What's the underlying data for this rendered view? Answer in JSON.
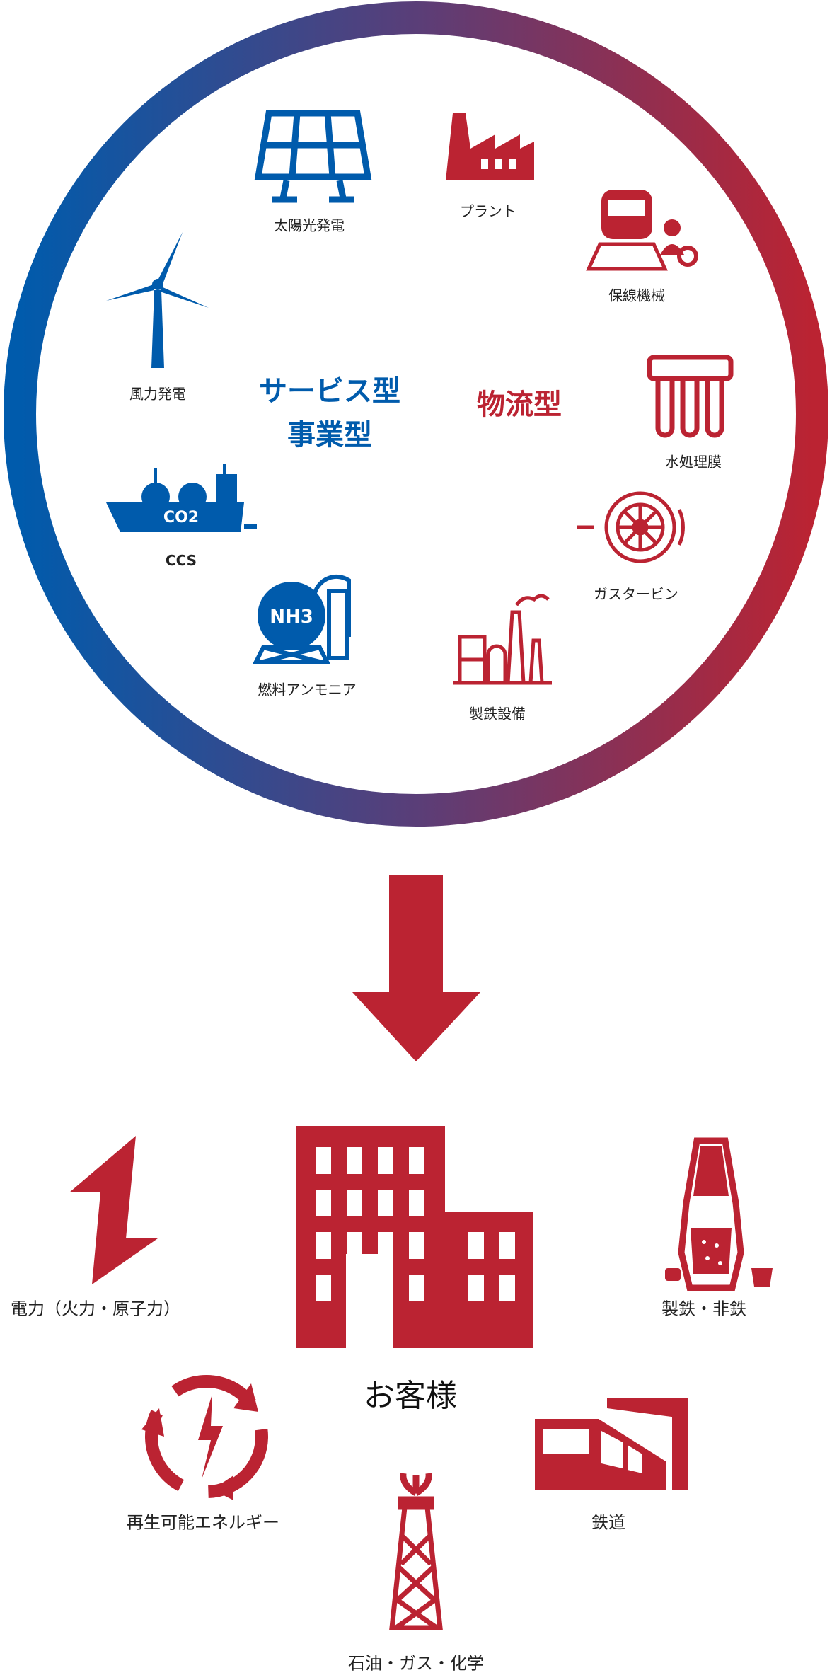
{
  "colors": {
    "blue": "#005bac",
    "red": "#bb2332",
    "text": "#222222"
  },
  "circle": {
    "service_type": [
      "サービス型",
      "事業型"
    ],
    "logistics_type": "物流型",
    "items": [
      {
        "label": "太陽光発電",
        "icon": "solar-panel-icon"
      },
      {
        "label": "プラント",
        "icon": "factory-icon"
      },
      {
        "label": "保線機械",
        "icon": "train-maintenance-icon"
      },
      {
        "label": "風力発電",
        "icon": "wind-turbine-icon"
      },
      {
        "label": "水処理膜",
        "icon": "water-membrane-icon"
      },
      {
        "label": "CCS",
        "icon": "co2-ship-icon"
      },
      {
        "label": "ガスタービン",
        "icon": "gas-turbine-icon"
      },
      {
        "label": "燃料アンモニア",
        "icon": "ammonia-tank-icon"
      },
      {
        "label": "製鉄設備",
        "icon": "steel-plant-icon"
      }
    ],
    "co2_text": "CO2",
    "nh3_text": "NH3"
  },
  "customers": {
    "center": "お客様",
    "items": [
      {
        "label": "電力（火力・原子力）",
        "icon": "lightning-icon"
      },
      {
        "label": "製鉄・非鉄",
        "icon": "blast-furnace-icon"
      },
      {
        "label": "再生可能エネルギー",
        "icon": "renewable-cycle-icon"
      },
      {
        "label": "鉄道",
        "icon": "railway-icon"
      },
      {
        "label": "石油・ガス・化学",
        "icon": "oil-derrick-icon"
      }
    ]
  }
}
